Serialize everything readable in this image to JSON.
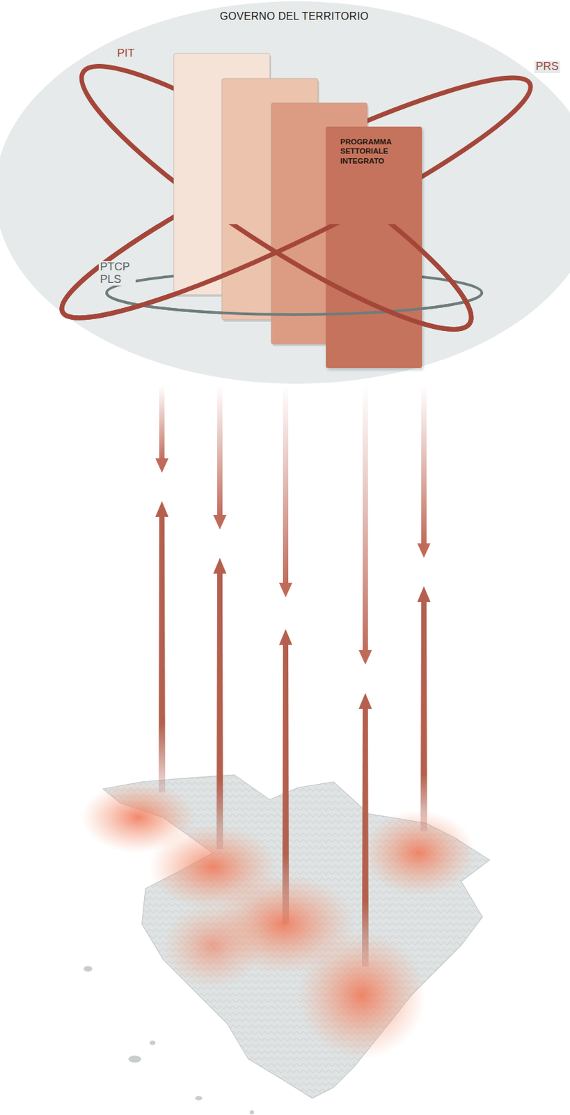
{
  "diagram": {
    "nodes": [
      {
        "text": [
          "GOVERNO DEL TERRITORIO"
        ]
      },
      {
        "text": [
          "PROGRAMMA SETTORIALE INTEGRATO"
        ],
        "in": 0
      }
    ],
    "labels": [
      "PIT",
      "PRS",
      "PTCP PLS"
    ]
  }
}
